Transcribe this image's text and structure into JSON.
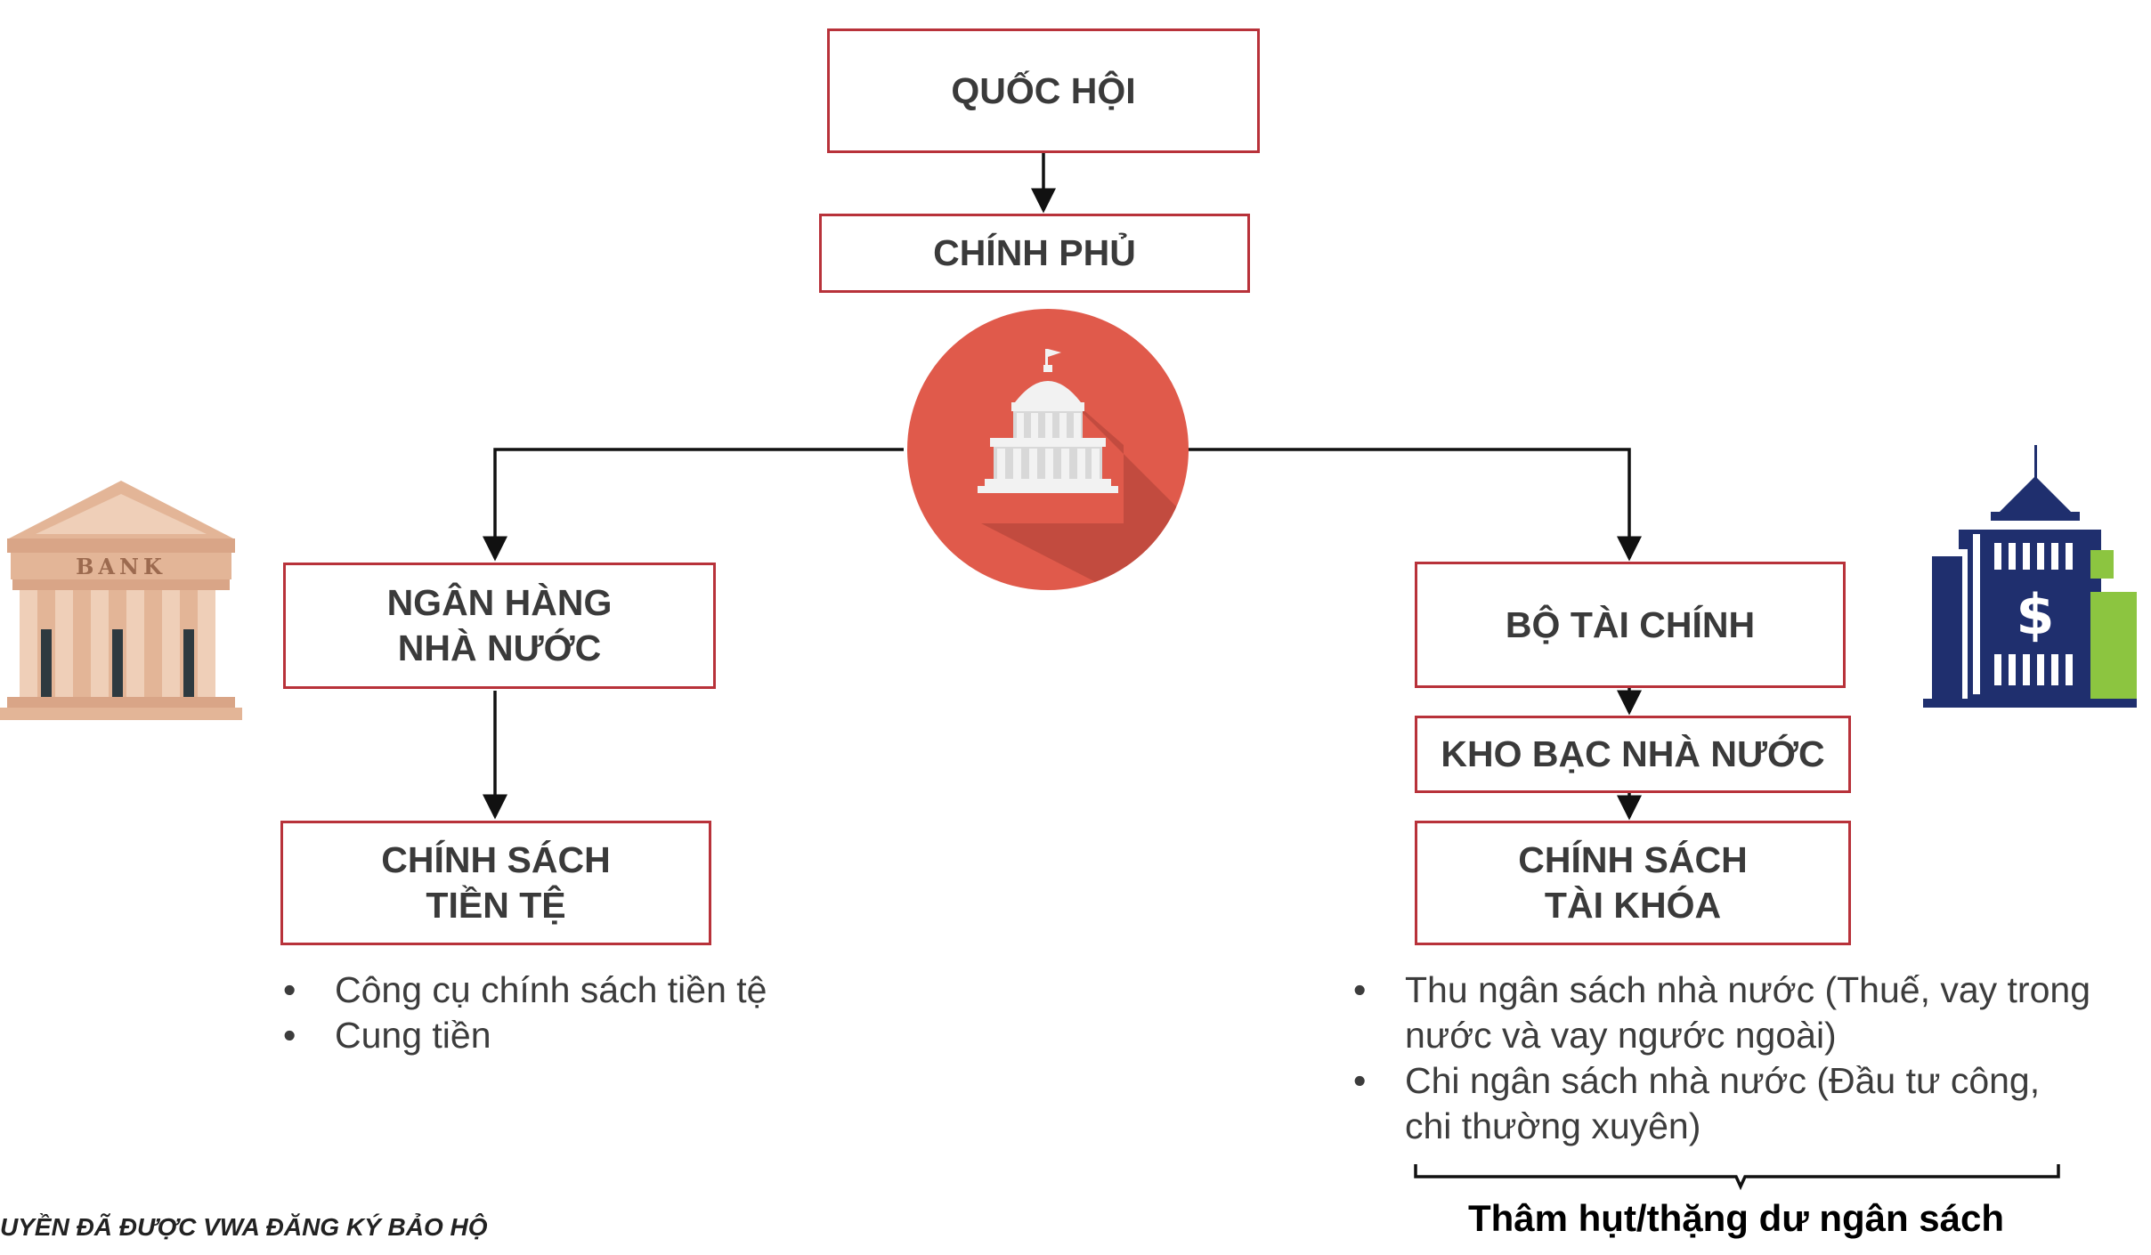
{
  "diagram": {
    "parliament": "QUỐC HỘI",
    "government": "CHÍNH PHỦ",
    "state_bank": "NGÂN HÀNG\nNHÀ NƯỚC",
    "monetary_policy": "CHÍNH SÁCH\nTIỀN TỆ",
    "ministry_of_finance": "BỘ TÀI CHÍNH",
    "state_treasury": "KHO BẠC NHÀ NƯỚC",
    "fiscal_policy": "CHÍNH SÁCH\nTÀI KHÓA"
  },
  "monetary_bullets": [
    "Công cụ chính sách tiền tệ",
    "Cung tiền"
  ],
  "fiscal_bullets": [
    "Thu ngân sách nhà nước (Thuế, vay trong nước và vay ngước ngoài)",
    "Chi ngân sách nhà nước (Đầu tư công, chi thường xuyên)"
  ],
  "budget_balance_label": "Thâm hụt/thặng dư ngân sách",
  "footer_note": "UYỀN ĐÃ ĐƯỢC VWA ĐĂNG KÝ BẢO HỘ",
  "bank_icon_text": "BANK",
  "treasury_icon_text": "$",
  "colors": {
    "box_border": "#b8323a",
    "circle": "#e05a4b",
    "circle_shadow": "#b8473b",
    "bank_building": "#e3b597",
    "finance_building": "#1f2f6e",
    "finance_accent": "#8cc540"
  }
}
